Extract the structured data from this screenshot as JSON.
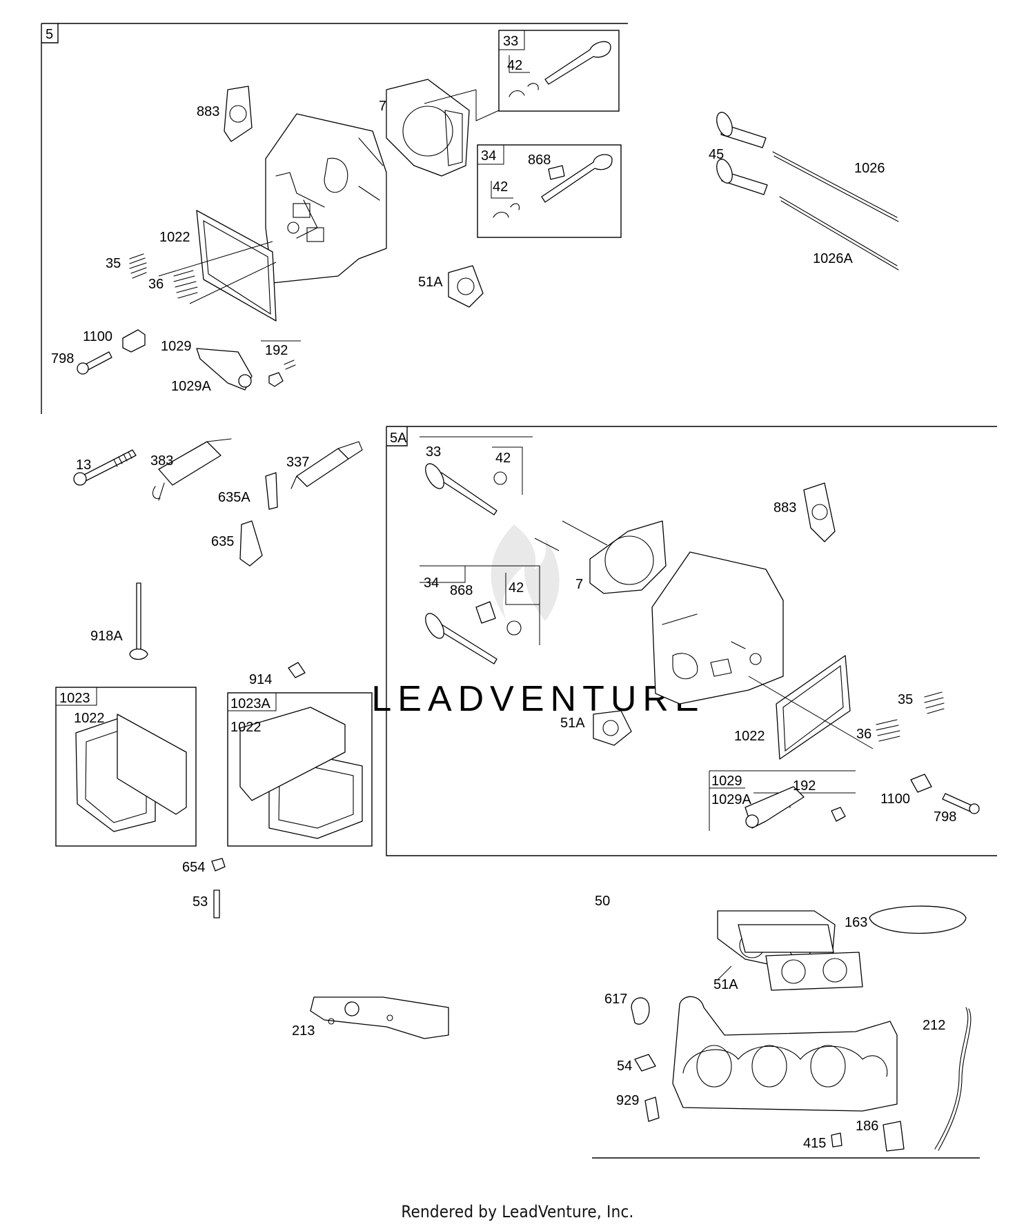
{
  "watermark": {
    "text": "LEADVENTURE",
    "icon": "flame-logo-icon"
  },
  "footer": {
    "text": "Rendered by LeadVenture, Inc."
  },
  "groups": {
    "g5": "5",
    "g5a": "5A",
    "g50": "50",
    "g1023": "1023",
    "g1023a": "1023A"
  },
  "callouts": [
    "5",
    "883",
    "7",
    "33",
    "42",
    "34",
    "868",
    "42",
    "1022",
    "35",
    "36",
    "51A",
    "1100",
    "798",
    "1029",
    "1029A",
    "192",
    "45",
    "1026",
    "1026A",
    "13",
    "383",
    "337",
    "635A",
    "635",
    "918A",
    "914",
    "1023",
    "1022",
    "1023A",
    "1022",
    "654",
    "53",
    "213",
    "5A",
    "33",
    "42",
    "34",
    "868",
    "42",
    "7",
    "883",
    "51A",
    "1022",
    "35",
    "36",
    "1029",
    "1029A",
    "192",
    "1100",
    "798",
    "50",
    "163",
    "51A",
    "617",
    "212",
    "54",
    "929",
    "186",
    "415"
  ]
}
